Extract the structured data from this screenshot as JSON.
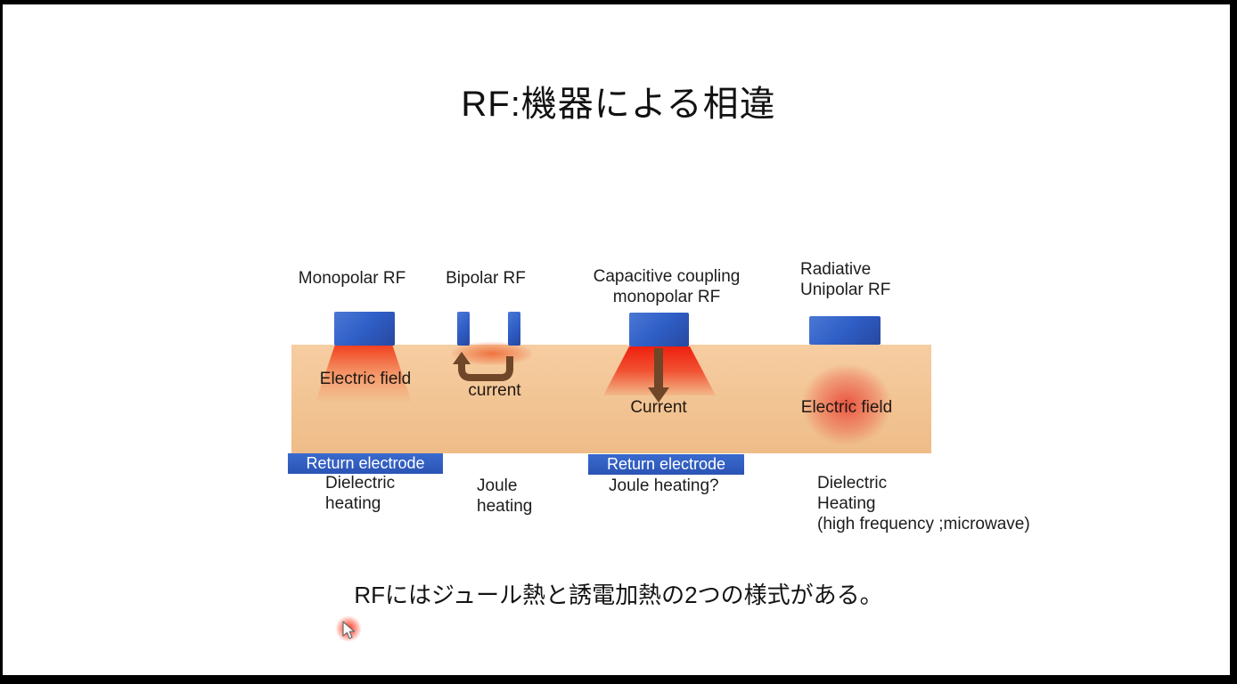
{
  "slide": {
    "title": "RF:機器による相違",
    "footer": "RFにはジュール熱と誘電加熱の2つの様式がある。"
  },
  "devices": [
    {
      "name": "Monopolar RF",
      "mechanism": "Electric field",
      "return_electrode": "Return electrode",
      "heating": "Dielectric\nheating"
    },
    {
      "name": "Bipolar RF",
      "mechanism": "current",
      "heating": "Joule\nheating"
    },
    {
      "name": "Capacitive coupling\nmonopolar RF",
      "mechanism": "Current",
      "return_electrode": "Return electrode",
      "heating": "Joule heating?"
    },
    {
      "name": "Radiative\nUnipolar RF",
      "mechanism": "Electric field",
      "heating": "Dielectric\nHeating\n(high frequency ;microwave)"
    }
  ],
  "colors": {
    "electrode_blue": "#2f5ec6",
    "return_bar_blue": "#2f5fc4",
    "skin_tan": "#f2c493",
    "current_arrow_brown": "#6f4627",
    "field_glow_red": "#f03a18",
    "slide_background": "#ffffff",
    "frame_black": "#000000"
  }
}
